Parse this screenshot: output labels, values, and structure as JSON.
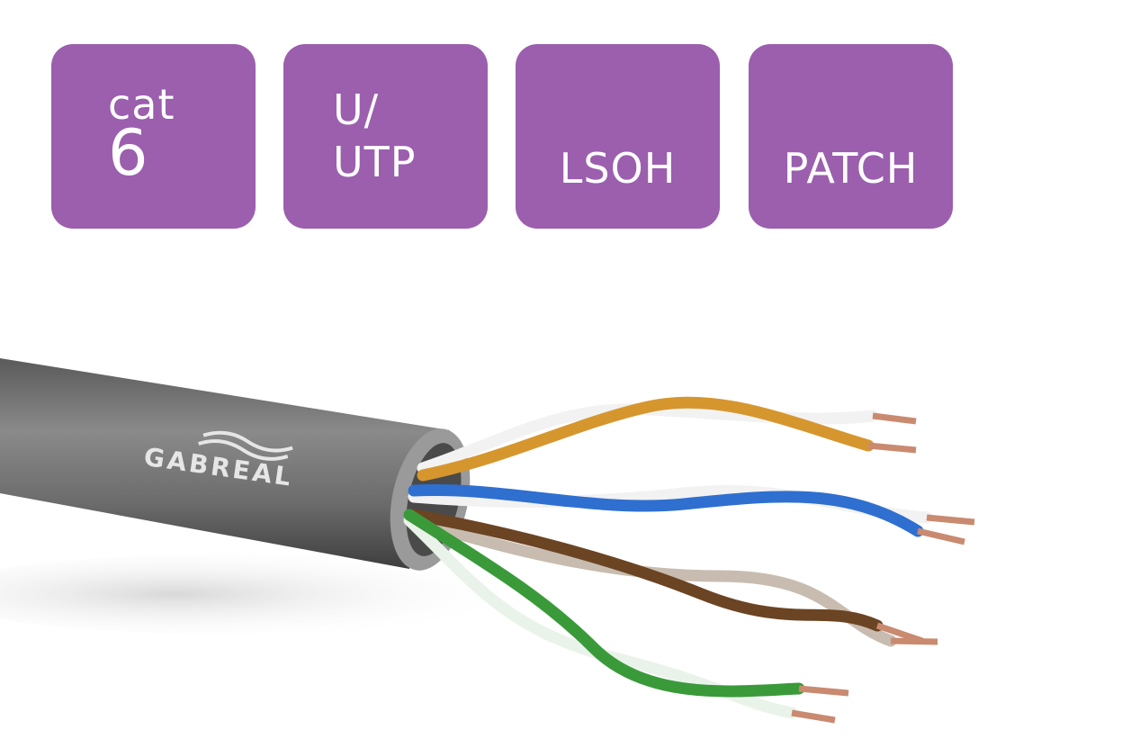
{
  "badges": [
    {
      "id": "category",
      "lines": [
        "cat",
        "6"
      ]
    },
    {
      "id": "shielding",
      "lines": [
        "U/",
        "UTP"
      ]
    },
    {
      "id": "jacket",
      "lines": [
        "LSOH"
      ]
    },
    {
      "id": "type",
      "lines": [
        "PATCH"
      ]
    }
  ],
  "colors": {
    "badge_bg": "#9b5fae",
    "badge_text": "#ffffff",
    "cable_jacket": "#6e6e6e",
    "pair_orange": "#d6962e",
    "pair_blue": "#2f6fd0",
    "pair_brown": "#6b4423",
    "pair_green": "#3a9a3a",
    "copper": "#c98a70"
  },
  "cable": {
    "brand": "GABREAL",
    "pairs": [
      "orange",
      "blue",
      "brown",
      "green"
    ]
  }
}
